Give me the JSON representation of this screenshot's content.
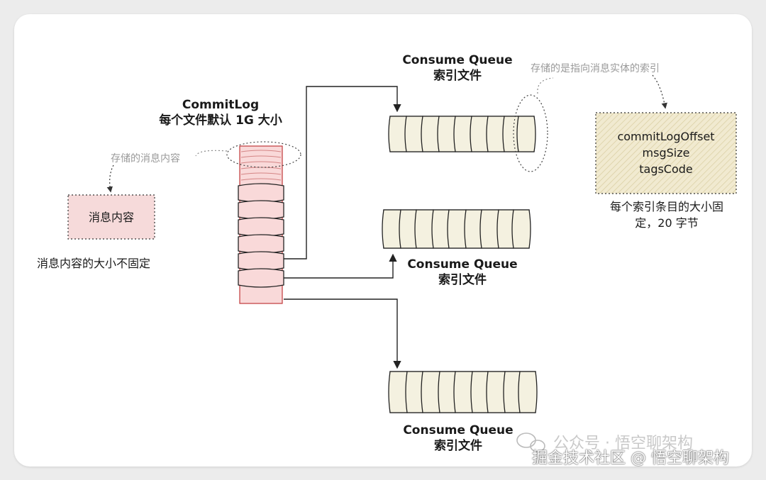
{
  "commitlog": {
    "title_line1": "CommitLog",
    "title_line2": "每个文件默认 1G 大小",
    "note": "存储的消息内容"
  },
  "message_box": {
    "label": "消息内容",
    "caption": "消息内容的大小不固定"
  },
  "queues": [
    {
      "label_line1": "Consume Queue",
      "label_line2": "索引文件"
    },
    {
      "label_line1": "Consume Queue",
      "label_line2": "索引文件"
    },
    {
      "label_line1": "Consume Queue",
      "label_line2": "索引文件"
    }
  ],
  "index_note": "存储的是指向消息实体的索引",
  "index_entry": {
    "fields": [
      "commitLogOffset",
      "msgSize",
      "tagsCode"
    ],
    "caption_line1": "每个索引条目的大小固",
    "caption_line2": "定，20 字节"
  },
  "watermark": {
    "line1": "公众号 · 悟空聊架构",
    "line2": "掘金技术社区 @ 悟空聊架构"
  },
  "colors": {
    "commitlog_fill": "#f9d9d9",
    "commitlog_stroke": "#c0393b",
    "queue_fill": "#f4f1e0",
    "queue_stroke": "#222222",
    "entry_fill": "#eee6c4",
    "message_fill": "#f6dada",
    "note_gray": "#9a9a9a"
  }
}
